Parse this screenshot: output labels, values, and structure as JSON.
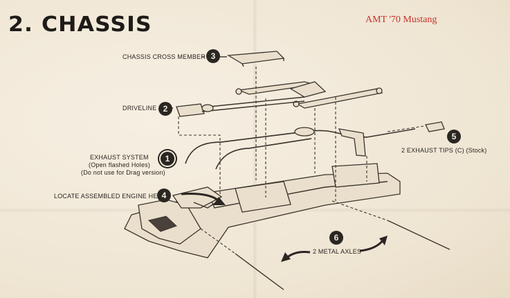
{
  "header": {
    "step_title": "2. CHASSIS",
    "model_name": "AMT '70 Mustang"
  },
  "callouts": [
    {
      "number": "3",
      "label": "CHASSIS CROSS MEMBER"
    },
    {
      "number": "2",
      "label": "DRIVELINE"
    },
    {
      "number": "1",
      "label_lines": [
        "EXHAUST SYSTEM",
        "(Open flashed Holes)",
        "(Do not use for Drag version)"
      ]
    },
    {
      "number": "4",
      "label": "LOCATE ASSEMBLED ENGINE HERE"
    },
    {
      "number": "5",
      "label": "2 EXHAUST TIPS (C) (Stock)"
    },
    {
      "number": "6",
      "label": "2 METAL AXLES"
    }
  ],
  "colors": {
    "paper": "#f3eadb",
    "ink": "#2a2622",
    "model_name": "#c8312b"
  }
}
